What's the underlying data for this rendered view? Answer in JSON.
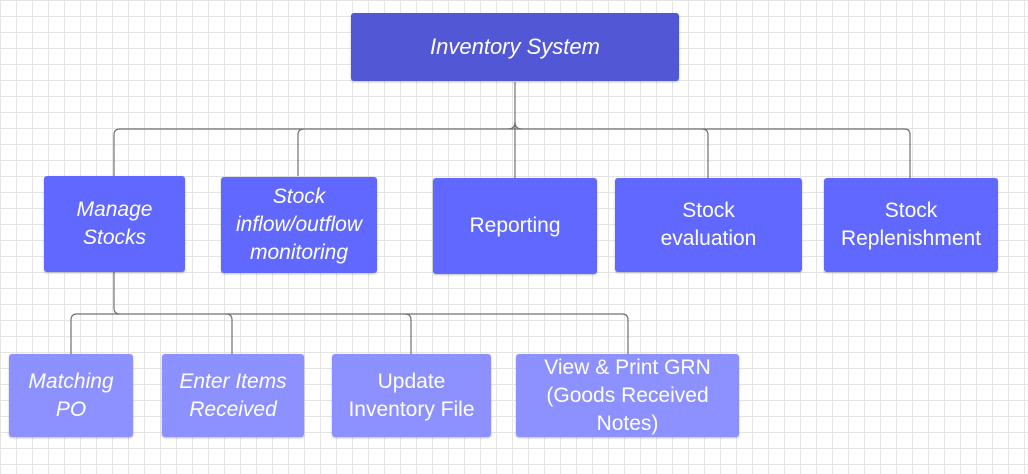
{
  "diagram": {
    "root": {
      "label": "Inventory System",
      "color": "#5257d6"
    },
    "level1": [
      {
        "id": "manage",
        "label": "Manage Stocks",
        "italic": true
      },
      {
        "id": "inflow",
        "label": "Stock inflow/outflow monitoring",
        "italic": true
      },
      {
        "id": "reporting",
        "label": "Reporting",
        "italic": false
      },
      {
        "id": "evaluation",
        "label": "Stock evaluation",
        "italic": false
      },
      {
        "id": "replenishment",
        "label": "Stock Replenishment",
        "italic": false
      }
    ],
    "level2": [
      {
        "id": "matching",
        "label": "Matching PO",
        "italic": true
      },
      {
        "id": "enter",
        "label": "Enter Items Received",
        "italic": true
      },
      {
        "id": "update",
        "label": "Update Inventory File",
        "italic": false
      },
      {
        "id": "grn",
        "label": "View & Print GRN (Goods Received Notes)",
        "italic": false
      }
    ],
    "colors": {
      "level1": "#6168ff",
      "level2": "#8c91ff",
      "connector": "#707070",
      "grid": "#e4e4e4"
    }
  }
}
